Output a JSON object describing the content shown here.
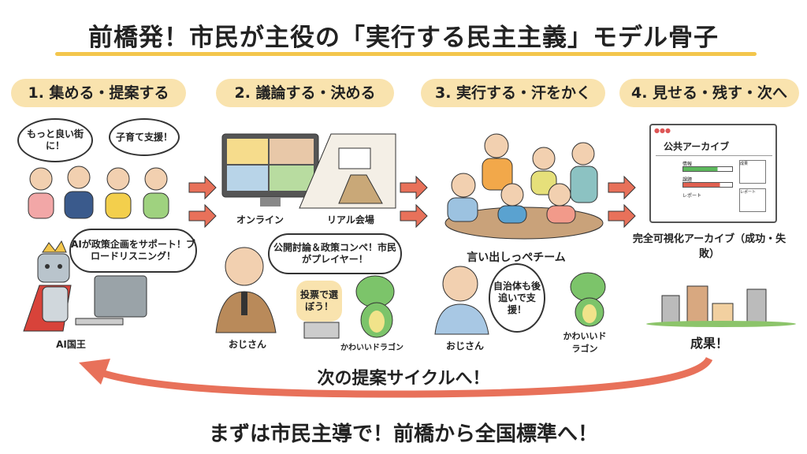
{
  "title": "前橋発！市民が主役の「実行する民主主義」モデル骨子",
  "steps": [
    {
      "label": "1. 集める・提案する",
      "bubbles": [
        "もっと良い街に！",
        "子育て支援！"
      ],
      "ai_bubble": "AIが政策企画をサポート！ブロードリスニング！",
      "ai_caption": "AI国王"
    },
    {
      "label": "2. 議論する・決める",
      "online": "オンライン",
      "real": "リアル会場",
      "bubble": "公開討論＆政策コンペ！市民がプレイヤー！",
      "vote": "投票で選ぼう！",
      "ojisan": "おじさん",
      "dragon": "かわいいドラゴン"
    },
    {
      "label": "3. 実行する・汗をかく",
      "team": "言い出しっぺチーム",
      "bubble": "自治体も後追いで支援！",
      "ojisan": "おじさん",
      "dragon": "かわいいドラゴン"
    },
    {
      "label": "4. 見せる・残す・次へ",
      "archive_title": "公共アーカイブ",
      "archive_labels": [
        "情報",
        "課題",
        "レポート",
        "成果",
        "レポート"
      ],
      "caption": "完全可視化アーカイブ（成功・失敗）",
      "result": "成果！"
    }
  ],
  "cycle": "次の提案サイクルへ！",
  "bottom": "まずは市民主導で！前橋から全国標準へ！",
  "colors": {
    "accent": "#f3c64c",
    "pill": "#f9e3ae",
    "arrow": "#e8715a"
  }
}
